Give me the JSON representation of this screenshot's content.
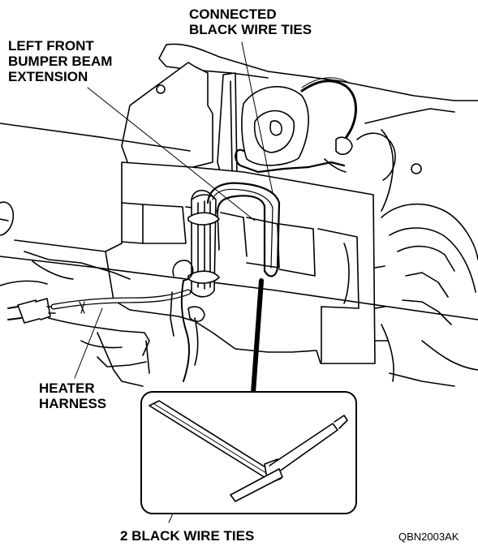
{
  "labels": {
    "bumper_beam": "LEFT FRONT\nBUMPER BEAM\nEXTENSION",
    "connected_ties": "CONNECTED\nBLACK WIRE TIES",
    "heater_harness": "HEATER\nHARNESS",
    "two_ties": "2 BLACK WIRE TIES"
  },
  "figure_code": "QBN2003AK"
}
